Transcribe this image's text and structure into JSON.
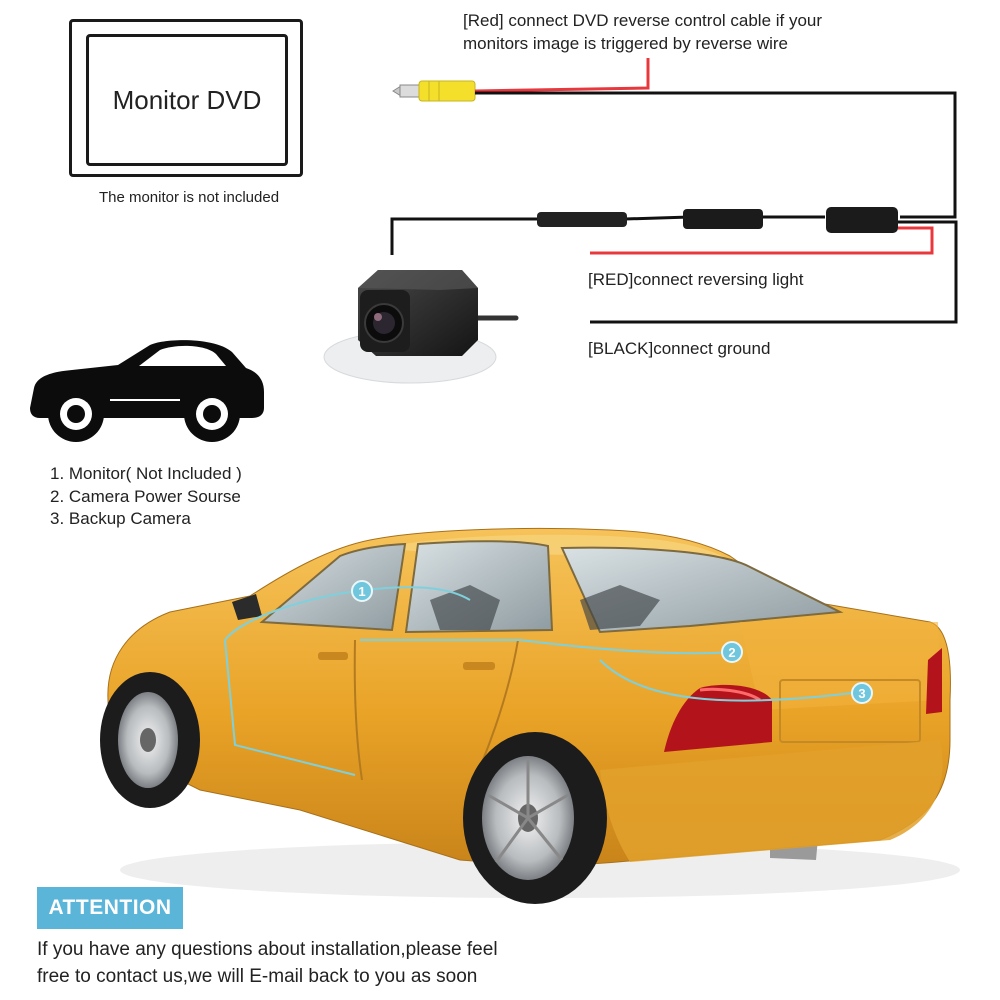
{
  "monitor": {
    "label": "Monitor DVD",
    "note": "The monitor is not included"
  },
  "wiring": {
    "red_control_note": [
      "[Red] connect DVD reverse control cable if your",
      "monitors image is triggered by reverse wire"
    ],
    "red_light_label": "[RED]connect reversing light",
    "black_ground_label": "[BLACK]connect ground",
    "colors": {
      "red_wire": "#e8383d",
      "black_wire": "#111111",
      "rca_yellow": "#f4e02a"
    }
  },
  "legend": {
    "items": [
      "1. Monitor( Not Included )",
      "2. Camera Power Sourse",
      "3. Backup Camera"
    ]
  },
  "markers": [
    "1",
    "2",
    "3"
  ],
  "attention": {
    "badge": "ATTENTION",
    "lines": [
      "If you have any questions about installation,please feel",
      "free to contact us,we will E-mail back to you as soon"
    ]
  },
  "colors": {
    "accent": "#5ab5d9",
    "car_body": "#eaa42a",
    "route_line": "#7fd0dd"
  }
}
